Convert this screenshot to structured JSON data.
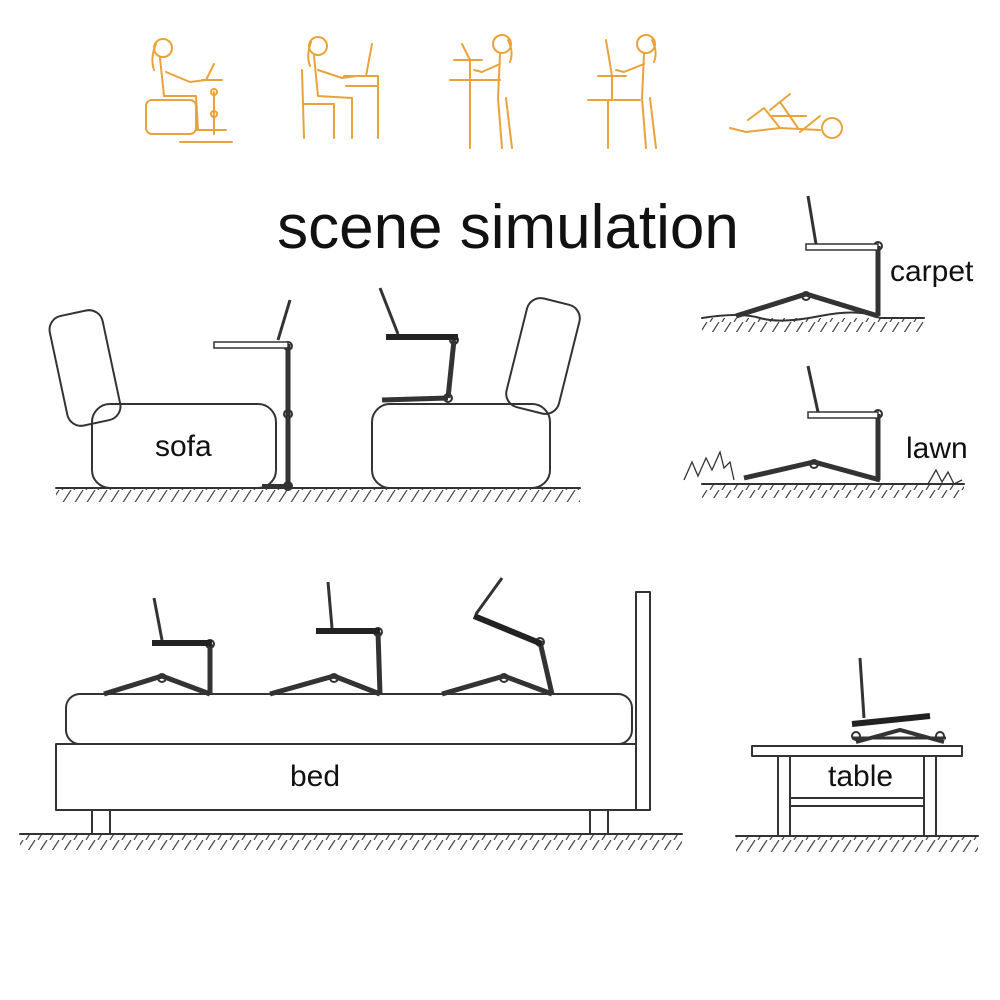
{
  "heading": "scene simulation",
  "scenes": {
    "sofa": "sofa",
    "carpet": "carpet",
    "lawn": "lawn",
    "bed": "bed",
    "table": "table"
  },
  "colors": {
    "figures": "#e9a33a",
    "lines": "#333333"
  },
  "icons": [
    "person-sitting-on-sofa-icon",
    "person-sitting-at-desk-icon",
    "person-standing-at-table-icon",
    "person-standing-at-tall-stand-icon",
    "person-lying-down-icon"
  ]
}
